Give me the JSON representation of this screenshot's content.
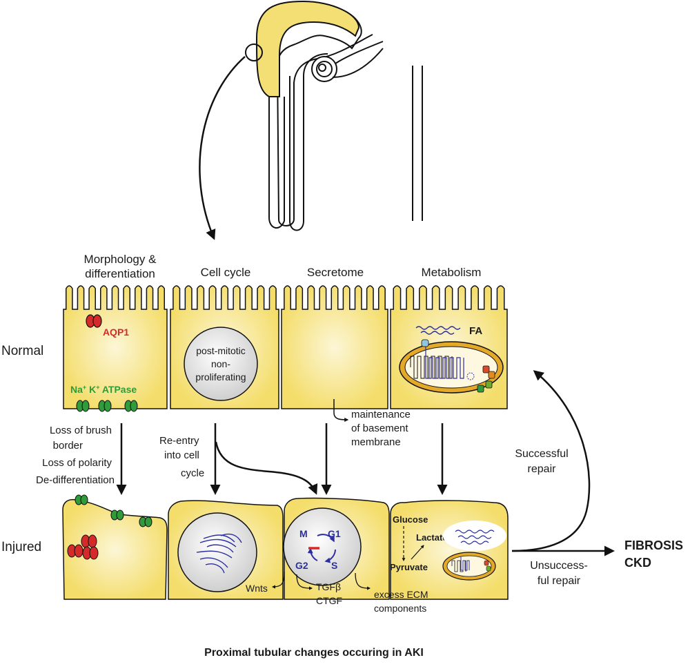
{
  "column_headers": {
    "morphology_line1": "Morphology &",
    "morphology_line2": "differentiation",
    "cell_cycle": "Cell cycle",
    "secretome": "Secretome",
    "metabolism": "Metabolism"
  },
  "row_labels": {
    "normal": "Normal",
    "injured": "Injured"
  },
  "normal_cells": {
    "aqp1": "AQP1",
    "atpase_na": "Na",
    "atpase_k": "K",
    "atpase_sup": "+",
    "atpase_rest": "ATPase",
    "nucleus_line1": "post-mitotic",
    "nucleus_line2": "non-",
    "nucleus_line3": "proliferating",
    "fa": "FA",
    "maintenance_line1": "maintenance",
    "maintenance_line2": "of basement",
    "maintenance_line3": "membrane"
  },
  "transitions": {
    "loss_line1": "Loss of brush",
    "loss_line2": "border",
    "loss_line3": "Loss of polarity",
    "loss_line4": "De-differentiation",
    "reentry_line1": "Re-entry",
    "reentry_line2": "into cell",
    "reentry_line3": "cycle"
  },
  "injured_cells": {
    "phase_m": "M",
    "phase_g1": "G1",
    "phase_g2": "G2",
    "phase_s": "S",
    "glucose": "Glucose",
    "lactate": "Lactate",
    "pyruvate": "Pyruvate",
    "wnts": "Wnts",
    "tgfb": "TGFβ",
    "ctgf": "CTGF",
    "ecm_line1": "excess ECM",
    "ecm_line2": "components"
  },
  "outcomes": {
    "successful_line1": "Successful",
    "successful_line2": "repair",
    "unsuccessful_line1": "Unsuccess-",
    "unsuccessful_line2": "ful repair",
    "fibrosis": "FIBROSIS",
    "ckd": "CKD"
  },
  "caption": "Proximal tubular changes occuring in AKI",
  "colors": {
    "cell_fill": "#f7e27a",
    "cell_center": "#fbf2c6",
    "outline": "#1a1a1a",
    "aqp1_red": "#d42a2a",
    "atpase_green": "#2f9b3a",
    "nucleus_blue": "#2b2fa0"
  }
}
